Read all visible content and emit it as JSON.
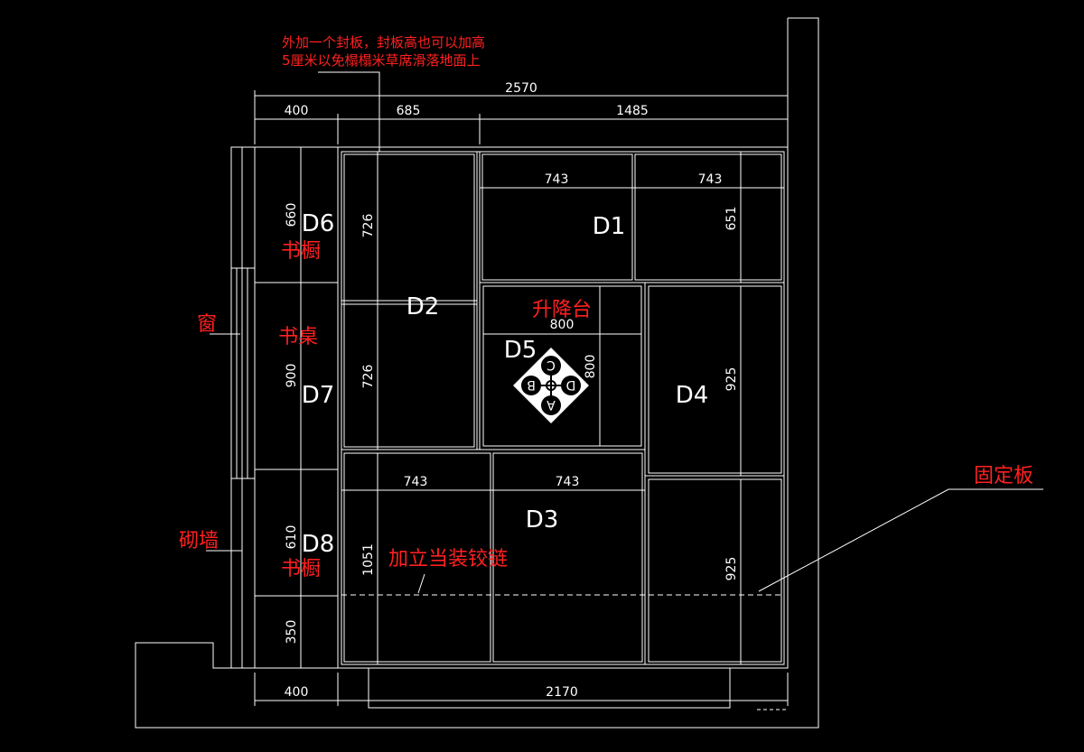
{
  "annotations": {
    "top_note_line1": "外加一个封板，封板高也可以加高",
    "top_note_line2": "5厘米以免榻榻米草席滑落地面上",
    "window": "窗",
    "masonry_wall": "砌墙",
    "fixed_board": "固定板",
    "hinge_note": "加立当装铰链",
    "lift_table": "升降台",
    "desk": "书桌",
    "bookcase_top": "书橱",
    "bookcase_bottom": "书橱"
  },
  "zones": {
    "d1": "D1",
    "d2": "D2",
    "d3": "D3",
    "d4": "D4",
    "d5": "D5",
    "d6": "D6",
    "d7": "D7",
    "d8": "D8"
  },
  "lift_symbol": {
    "top": "C",
    "left": "B",
    "right": "D",
    "bottom": "A"
  },
  "dimensions": {
    "total_width": "2570",
    "left_depth": "400",
    "middle_width": "685",
    "right_width": "1485",
    "bottom_left": "400",
    "bottom_right": "2170",
    "d1_left": "743",
    "d1_right": "743",
    "d1_height": "651",
    "d2_top": "726",
    "d2_bottom": "726",
    "lift_width": "800",
    "lift_height": "800",
    "d4_height": "925",
    "d4_lower_height": "925",
    "d3_left": "743",
    "d3_right": "743",
    "d3_height": "1051",
    "d6_height": "660",
    "d7_height": "900",
    "d8_height": "610",
    "d8_base": "350"
  },
  "colors": {
    "background": "#000000",
    "line": "#ffffff",
    "note": "#ff2020"
  }
}
